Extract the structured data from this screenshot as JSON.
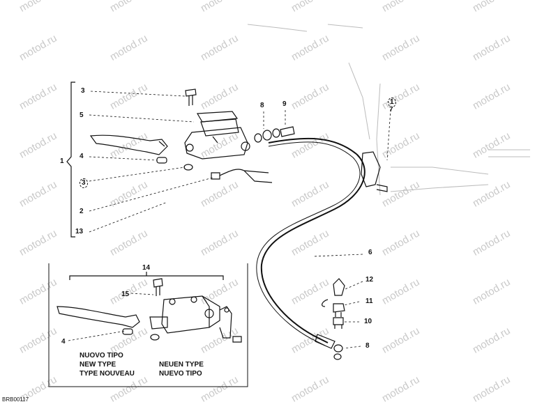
{
  "watermark": "motod.ru",
  "drawing_code": "BRB00117",
  "captions": {
    "it": "NUOVO TIPO",
    "en": "NEW TYPE",
    "fr": "TYPE NOUVEAU",
    "de": "NEUEN TYPE",
    "es": "NUEVO TIPO"
  },
  "callouts": {
    "c1": "1",
    "c2": "2",
    "c3a": "3",
    "c3b": "3",
    "c4a": "4",
    "c4b": "4",
    "c5": "5",
    "c6": "6",
    "c7": "7",
    "c8a": "8",
    "c8b": "8",
    "c9": "9",
    "c10": "10",
    "c11": "11",
    "c12": "12",
    "c13": "13",
    "c14": "14",
    "c15": "15",
    "c7ring": "1"
  },
  "colors": {
    "line": "#111111",
    "watermark": "#c9c9c9",
    "background": "#ffffff"
  }
}
